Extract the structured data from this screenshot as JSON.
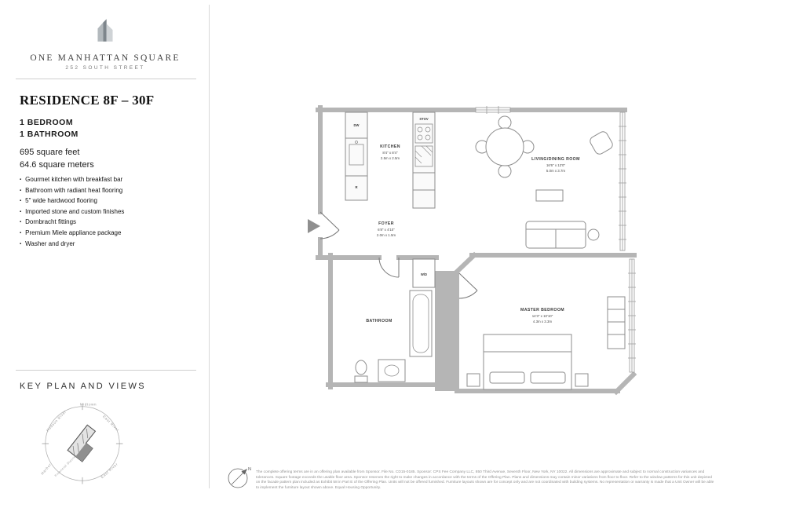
{
  "brand": {
    "name": "ONE MANHATTAN SQUARE",
    "address": "252 SOUTH STREET"
  },
  "residence": {
    "title": "RESIDENCE 8F – 30F",
    "bed": "1 BEDROOM",
    "bath": "1 BATHROOM",
    "sqft": "695 square feet",
    "sqm": "64.6 square meters",
    "features": [
      "Gourmet kitchen with breakfast bar",
      "Bathroom with radiant heat flooring",
      "5\" wide hardwood flooring",
      "Imported stone and custom finishes",
      "Dornbracht fittings",
      "Premium Miele appliance package",
      "Washer and dryer"
    ]
  },
  "keyplan": {
    "title": "KEY PLAN AND VIEWS",
    "labels": {
      "hudson": "Hudson River",
      "midtown": "Midtown",
      "east1": "East River",
      "financial": "Financial District",
      "harbor": "Harbor",
      "east2": "East River"
    }
  },
  "floorplan": {
    "kitchen": {
      "name": "KITCHEN",
      "ft": "8'4\" x 8'4\"",
      "m": "2.5m x 2.5m"
    },
    "foyer": {
      "name": "FOYER",
      "ft": "6'8\" x 4'10\"",
      "m": "2.0m x 1.5m"
    },
    "living": {
      "name": "LIVING/DINING ROOM",
      "ft": "16'6\" x 12'0\"",
      "m": "5.0m x 3.7m"
    },
    "bathroom": {
      "name": "BATHROOM"
    },
    "bedroom": {
      "name": "MASTER BEDROOM",
      "ft": "14'3\" x 10'10\"",
      "m": "4.3m x 3.3m"
    },
    "wd": {
      "name": "W/D"
    },
    "appliances": {
      "dw": "DW",
      "r": "R",
      "stove": "STOV"
    }
  },
  "compass": {
    "north": "N"
  },
  "legal": {
    "text": "The complete offering terms are in an offering plan available from Sponsor. File No. CD15-0185. Sponsor: CPS Fee Company LLC, 850 Third Avenue, Seventh Floor, New York, NY 10022. All dimensions are approximate and subject to normal construction variances and tolerances. Square footage exceeds the usable floor area. Sponsor reserves the right to make changes in accordance with the terms of the Offering Plan. Plans and dimensions may contain minor variations from floor to floor. Refer to the window patterns for this unit depicted on the facade pattern plan included as Exhibit 58 in Part E of the Offering Plan. Units will not be offered furnished. Furniture layouts shown are for concept only and are not coordinated with building systems. No representation or warranty is made that a Unit Owner will be able to implement the furniture layout shown above. Equal Housing Opportunity."
  }
}
